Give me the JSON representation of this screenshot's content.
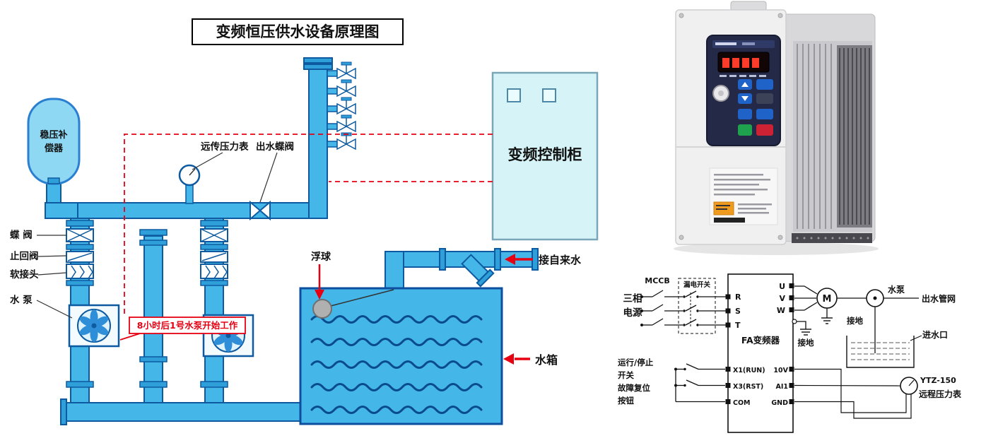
{
  "colors": {
    "pipe": "#45b6e8",
    "pipe_dark": "#0d5aa0",
    "wave": "#0a4a8f",
    "cabinet_fill": "#d6f4f7",
    "red": "#e60012",
    "float_gray": "#b0b0b0",
    "panel_navy": "#232946",
    "button_blue": "#1f63c8",
    "button_red": "#cd2233"
  },
  "schematic": {
    "title": "变频恒压供水设备原理图",
    "expansion_tank_line1": "稳压补",
    "expansion_tank_line2": "偿器",
    "label_butterfly_valve": "蝶 阀",
    "label_check_valve": "止回阀",
    "label_soft_joint": "软接头",
    "label_pump": "水 泵",
    "label_remote_gauge": "远传压力表",
    "label_outlet_valve": "出水蝶阀",
    "cabinet_label": "变频控制柜",
    "label_float": "浮球",
    "label_tap_water": "接自来水",
    "label_water_tank": "水箱",
    "pump_note": "8小时后1号水泵开始工作"
  },
  "wiring": {
    "power_line1": "三相",
    "power_line2": "电源",
    "mccb_label": "MCCB",
    "leakage_label": "漏电开关",
    "phase_r": "R",
    "phase_s": "S",
    "phase_t": "T",
    "out_u": "U",
    "out_v": "V",
    "out_w": "W",
    "motor_label": "M",
    "ground_motor": "接地",
    "ground_inverter": "接地",
    "pump_label": "水泵",
    "outlet_network": "出水管网",
    "inlet_label": "进水口",
    "inverter_label": "FA变频器",
    "runstop_line1": "运行/停止",
    "runstop_line2": "开关",
    "reset_line1": "故障复位",
    "reset_line2": "按钮",
    "t_x1": "X1(RUN)",
    "t_x3": "X3(RST)",
    "t_com": "COM",
    "t_10v": "10V",
    "t_ai1": "AI1",
    "t_gnd": "GND",
    "gauge_model": "YTZ-150",
    "gauge_name": "远程压力表"
  }
}
